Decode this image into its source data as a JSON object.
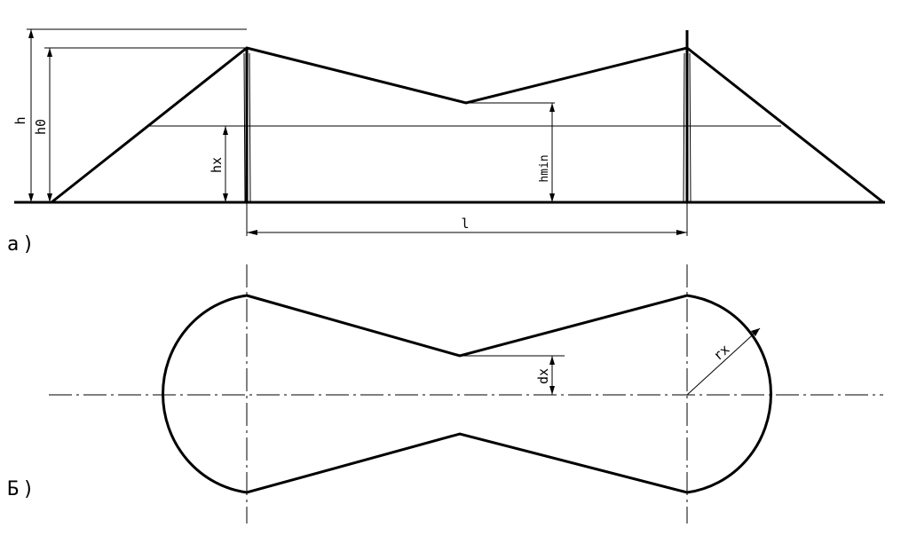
{
  "view_a": {
    "caption": "a)",
    "labels": {
      "h": "h",
      "h0": "h0",
      "hx": "hx",
      "hmin": "hmin",
      "l": "l"
    }
  },
  "view_b": {
    "caption": "Б)",
    "labels": {
      "dx": "dx",
      "rx": "rx"
    }
  },
  "colors": {
    "line": "#000000",
    "background": "#ffffff"
  }
}
